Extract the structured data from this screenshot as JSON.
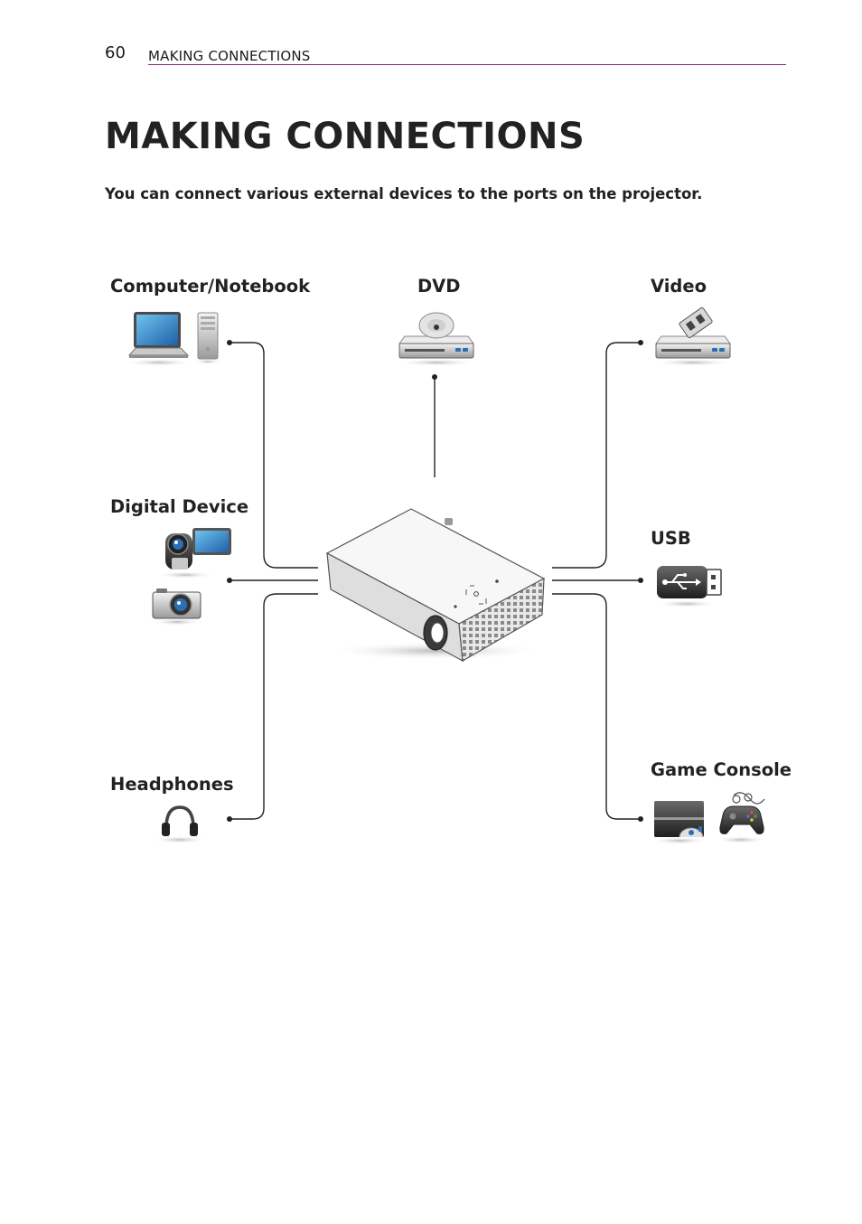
{
  "header": {
    "page_number": "60",
    "section": "MAKING CONNECTIONS"
  },
  "title": "MAKING CONNECTIONS",
  "intro": "You can connect various external devices to the ports on the projector.",
  "devices": {
    "computer": "Computer/Notebook",
    "dvd": "DVD",
    "video": "Video",
    "digital": "Digital Device",
    "usb": "USB",
    "headphones": "Headphones",
    "game": "Game Console"
  }
}
